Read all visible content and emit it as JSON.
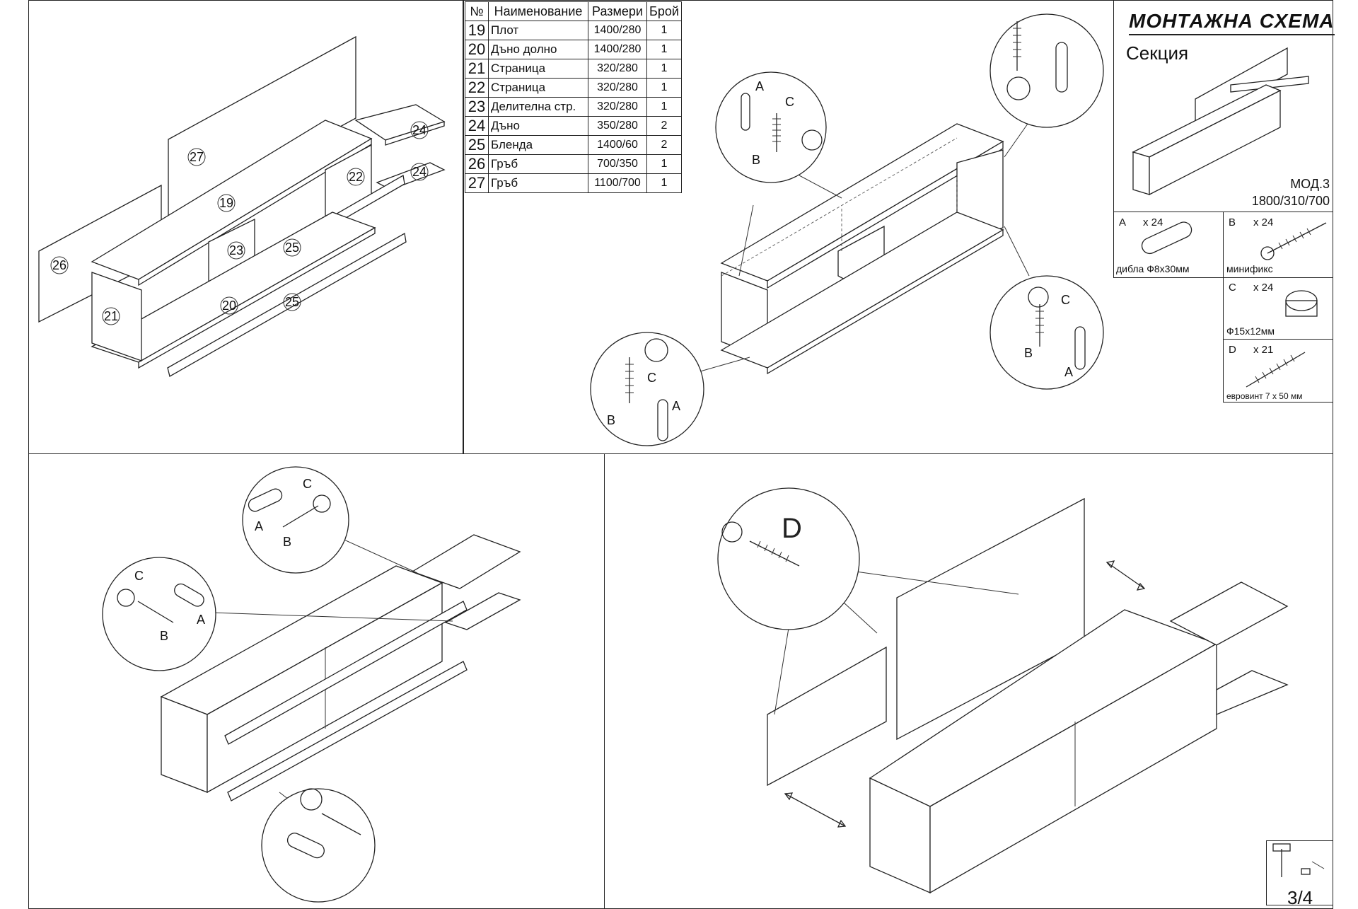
{
  "header": {
    "title": "МОНТАЖНА СХЕМА",
    "subtitle": "Секция",
    "model": "МОД.3",
    "dimensions": "1800/310/700"
  },
  "parts_table": {
    "columns": [
      "№",
      "Наименование",
      "Размери",
      "Брой"
    ],
    "rows": [
      {
        "no": "19",
        "name": "Плот",
        "size": "1400/280",
        "qty": "1"
      },
      {
        "no": "20",
        "name": "Дъно долно",
        "size": "1400/280",
        "qty": "1"
      },
      {
        "no": "21",
        "name": "Страница",
        "size": "320/280",
        "qty": "1"
      },
      {
        "no": "22",
        "name": "Страница",
        "size": "320/280",
        "qty": "1"
      },
      {
        "no": "23",
        "name": "Делителна стр.",
        "size": "320/280",
        "qty": "1"
      },
      {
        "no": "24",
        "name": "Дъно",
        "size": "350/280",
        "qty": "2"
      },
      {
        "no": "25",
        "name": "Бленда",
        "size": "1400/60",
        "qty": "2"
      },
      {
        "no": "26",
        "name": "Гръб",
        "size": "700/350",
        "qty": "1"
      },
      {
        "no": "27",
        "name": "Гръб",
        "size": "1100/700",
        "qty": "1"
      }
    ]
  },
  "hardware": [
    {
      "key": "A",
      "qty": "x 24",
      "label": "дибла  Ф8х30мм",
      "icon": "dowel-icon"
    },
    {
      "key": "B",
      "qty": "x 24",
      "label": "минификс",
      "icon": "minifix-bolt-icon"
    },
    {
      "key": "C",
      "qty": "x 24",
      "label": "Ф15х12мм",
      "icon": "cam-lock-icon"
    },
    {
      "key": "D",
      "qty": "x 21",
      "label": "евровинт 7 х 50 мм",
      "icon": "euroscrew-icon"
    }
  ],
  "exploded_labels": [
    "27",
    "19",
    "22",
    "24",
    "24",
    "26",
    "23",
    "25",
    "21",
    "20",
    "25"
  ],
  "detail_letters": {
    "a": "A",
    "b": "B",
    "c": "C",
    "d": "D"
  },
  "page_number": "3/4"
}
